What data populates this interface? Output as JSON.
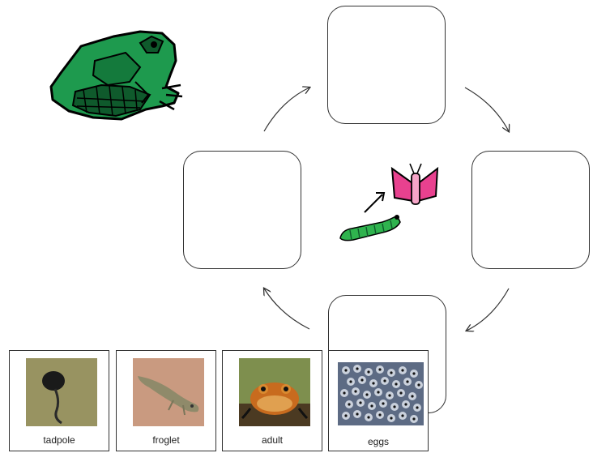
{
  "cards": [
    {
      "label": "tadpole"
    },
    {
      "label": "froglet"
    },
    {
      "label": "adult"
    },
    {
      "label": "eggs"
    }
  ],
  "colors": {
    "frog_green": "#1e9a4e",
    "frog_dark": "#0f5a2c",
    "butterfly_pink": "#e8418f",
    "caterpillar_green": "#2fb34e"
  }
}
